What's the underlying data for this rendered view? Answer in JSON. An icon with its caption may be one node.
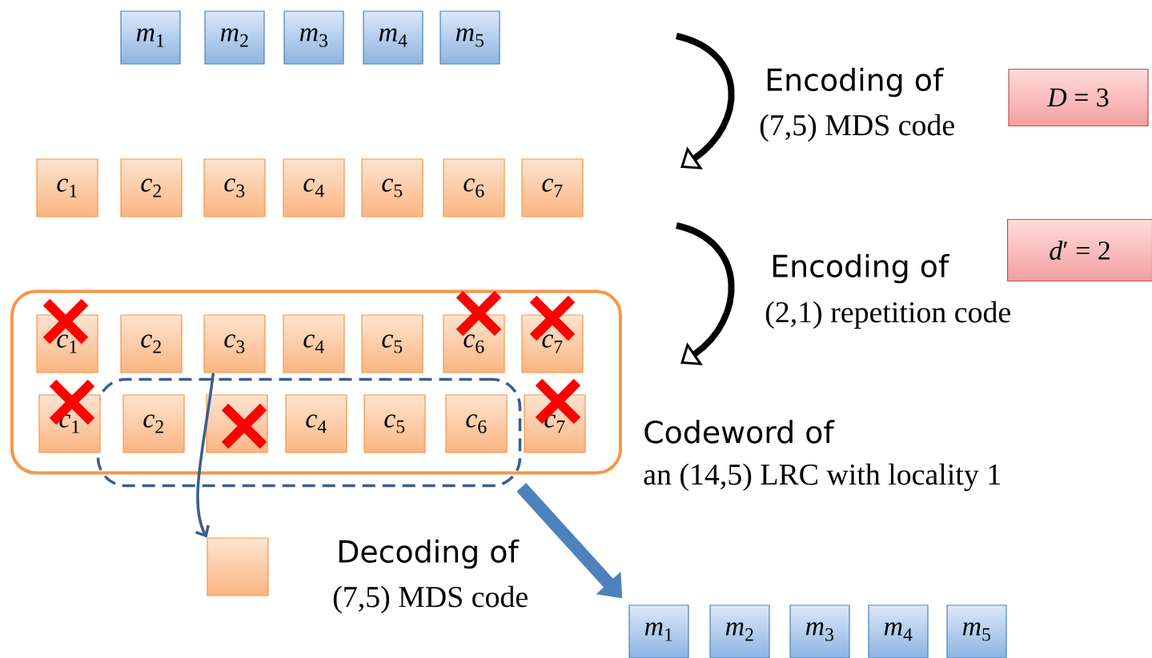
{
  "diagram": {
    "nodes": [
      {
        "text": [
          "*m*$_{1}$"
        ]
      },
      {
        "text": [
          "*m*$_{2}$"
        ]
      },
      {
        "text": [
          "*m*$_{3}$"
        ]
      },
      {
        "text": [
          "*m*$_{4}$"
        ]
      },
      {
        "text": [
          "*m*$_{5}$"
        ]
      },
      {
        "text": [
          "*D* = 3"
        ]
      },
      {
        "text": [
          "*c*$_{1}$"
        ]
      },
      {
        "text": [
          "*c*$_{2}$"
        ]
      },
      {
        "text": [
          "*c*$_{3}$"
        ]
      },
      {
        "text": [
          "*c*$_{4}$"
        ]
      },
      {
        "text": [
          "*c*$_{5}$"
        ]
      },
      {
        "text": [
          "*c*$_{6}$"
        ]
      },
      {
        "text": [
          "*c*$_{7}$"
        ]
      },
      {
        "text": [
          "*d*′ = 2"
        ]
      },
      {
        "text": [],
        "shape": "box",
        "beside": [
          "Codeword of",
          "an (14,5) LRC with locality 1"
        ]
      },
      {
        "text": [
          "*c*$_{1}$"
        ],
        "in": 14
      },
      {
        "text": [
          "*c*$_{2}$"
        ],
        "in": 14
      },
      {
        "text": [
          "*c*$_{3}$"
        ],
        "in": 14
      },
      {
        "text": [
          "*c*$_{4}$"
        ],
        "in": 14
      },
      {
        "text": [
          "*c*$_{5}$"
        ],
        "in": 14
      },
      {
        "text": [
          "*c*$_{6}$"
        ],
        "in": 14
      },
      {
        "text": [
          "*c*$_{7}$"
        ],
        "in": 14
      },
      {
        "text": [],
        "shape": "box"
      },
      {
        "text": [
          "*c*$_{1}$"
        ],
        "in": 14
      },
      {
        "text": [
          "*c*$_{2}$"
        ],
        "in": 22
      },
      {
        "text": [],
        "shape": "box",
        "in": 22
      },
      {
        "text": [
          "*c*$_{4}$"
        ],
        "in": 22
      },
      {
        "text": [
          "*c*$_{5}$"
        ],
        "in": 22
      },
      {
        "text": [
          "*c*$_{6}$"
        ],
        "in": 22
      },
      {
        "text": [
          "*c*$_{7}$"
        ],
        "in": 14
      },
      {
        "text": [],
        "shape": "box"
      },
      {
        "text": [
          "*m*$_{1}$"
        ]
      },
      {
        "text": [
          "*m*$_{2}$"
        ]
      },
      {
        "text": [
          "*m*$_{3}$"
        ]
      },
      {
        "text": [
          "*m*$_{4}$"
        ]
      },
      {
        "text": [
          "*m*$_{5}$"
        ]
      }
    ],
    "edges": [
      {
        "from": 17,
        "to": 30,
        "arrow": "to"
      },
      {
        "from": 22,
        "to": 31,
        "arrow": "to",
        "style": "thick",
        "color": "#4f81bd"
      }
    ],
    "labels": [
      "Encoding of",
      "(7,5) MDS code",
      "Encoding of",
      "(2,1) repetition code",
      "Decoding of",
      "(7,5) MDS code"
    ]
  }
}
